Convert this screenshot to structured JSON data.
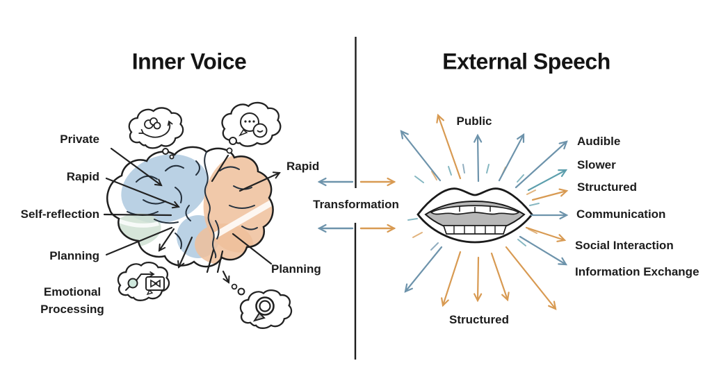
{
  "left_panel": {
    "title": "Inner Voice",
    "labels": {
      "private": "Private",
      "rapid": "Rapid",
      "self_reflection": "Self-reflection",
      "planning": "Planning",
      "emotional_processing": "Emotional\nProcessing",
      "rapid_right": "Rapid",
      "planning_right": "Planning"
    },
    "icons": [
      "brain-illustration",
      "thought-bubble-cycle-icon",
      "thought-bubble-chat-clock-icon",
      "thought-bubble-mic-media-icon",
      "thought-bubble-search-icon"
    ]
  },
  "center": {
    "label": "Transformation",
    "icons": [
      "left-arrow-icon",
      "right-arrow-icon",
      "divider-line"
    ]
  },
  "right_panel": {
    "title": "External Speech",
    "labels": {
      "public": "Public",
      "audible": "Audible",
      "slower": "Slower",
      "structured": "Structured",
      "communication": "Communication",
      "social_interaction": "Social Interaction",
      "information_exchange": "Information Exchange",
      "structured_bottom": "Structured"
    },
    "icons": [
      "mouth-illustration",
      "radiating-arrows"
    ]
  },
  "colors": {
    "background": "#ffffff",
    "ink": "#1c1c1c",
    "line": "#222222",
    "blue_arrow": "#6d93ab",
    "teal_arrow": "#5d9fad",
    "orange_arrow": "#d89a52",
    "brain_blue": "#a9c5dd",
    "brain_green": "#cfe0d2",
    "brain_orange": "#efbf9b",
    "mouth_gray": "#b8b8b8",
    "mic_teal": "#cfe8dd"
  }
}
